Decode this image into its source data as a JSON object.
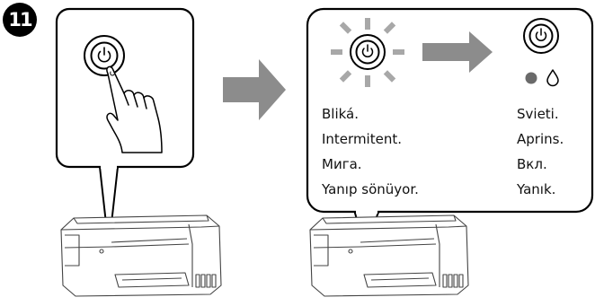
{
  "step": {
    "number": "11"
  },
  "left_column_labels": [
    "Bliká.",
    "Intermitent.",
    "Мига.",
    "Yanıp sönüyor."
  ],
  "right_column_labels": [
    "Svieti.",
    "Aprins.",
    "Вкл.",
    "Yanık."
  ],
  "icons": {
    "power": "power-icon",
    "pointing_hand": "pointing-hand-icon",
    "arrow": "right-arrow-icon",
    "ink_dot": "ink-dot-icon",
    "ink_drop": "ink-drop-icon",
    "printer": "printer-icon"
  },
  "colors": {
    "arrow": "#8c8c8c",
    "blink_rays": "#a8a8a8",
    "ink_dot": "#6a6a6a",
    "stroke": "#000000"
  }
}
